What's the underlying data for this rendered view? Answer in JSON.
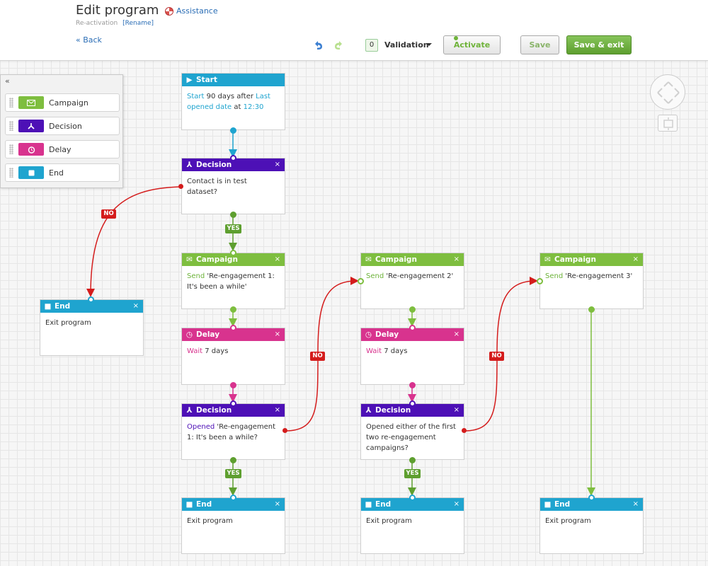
{
  "header": {
    "title": "Edit program",
    "assistance": "Assistance",
    "subtitle": "Re-activation",
    "rename": "[Rename]",
    "back": "« Back",
    "validation_count": "0",
    "validation_label": "Validation",
    "activate": "Activate",
    "save": "Save",
    "save_exit": "Save & exit"
  },
  "palette": {
    "collapse": "«",
    "items": [
      {
        "label": "Campaign",
        "color": "#7ebe3f"
      },
      {
        "label": "Decision",
        "color": "#4d10b6"
      },
      {
        "label": "Delay",
        "color": "#d8338e"
      },
      {
        "label": "End",
        "color": "#1fa4cf"
      }
    ]
  },
  "nodes": {
    "start": {
      "title": "Start",
      "w1": "Start",
      "t1": " 90 days after ",
      "w2": "Last opened date",
      "t2": " at ",
      "w3": "12:30"
    },
    "decision1": {
      "title": "Decision",
      "text": "Contact is in test dataset?"
    },
    "end_left": {
      "title": "End",
      "text": "Exit program"
    },
    "campaign1": {
      "title": "Campaign",
      "kw": "Send",
      "text": " 'Re-engagement 1: It's been a while'"
    },
    "delay1": {
      "title": "Delay",
      "kw": "Wait",
      "text": " 7 days"
    },
    "decision2": {
      "title": "Decision",
      "kw": "Opened",
      "text": " 'Re-engagement 1: It's been a while?"
    },
    "end1": {
      "title": "End",
      "text": "Exit program"
    },
    "campaign2": {
      "title": "Campaign",
      "kw": "Send",
      "text": " 'Re-engagement 2'"
    },
    "delay2": {
      "title": "Delay",
      "kw": "Wait",
      "text": " 7 days"
    },
    "decision3": {
      "title": "Decision",
      "text": "Opened either of the first two re-engagement campaigns?"
    },
    "end2": {
      "title": "End",
      "text": "Exit program"
    },
    "campaign3": {
      "title": "Campaign",
      "kw": "Send",
      "text": " 'Re-engagement 3'"
    },
    "end3": {
      "title": "End",
      "text": "Exit program"
    }
  },
  "close_glyph": "×",
  "labels": {
    "no": "NO",
    "yes": "YES"
  },
  "colors": {
    "start": "#1fa4cf",
    "decision": "#4d10b6",
    "campaign": "#7ebe3f",
    "delay": "#d8338e",
    "end": "#1fa4cf",
    "no": "#d41c1c",
    "yes": "#5e9f2f"
  }
}
